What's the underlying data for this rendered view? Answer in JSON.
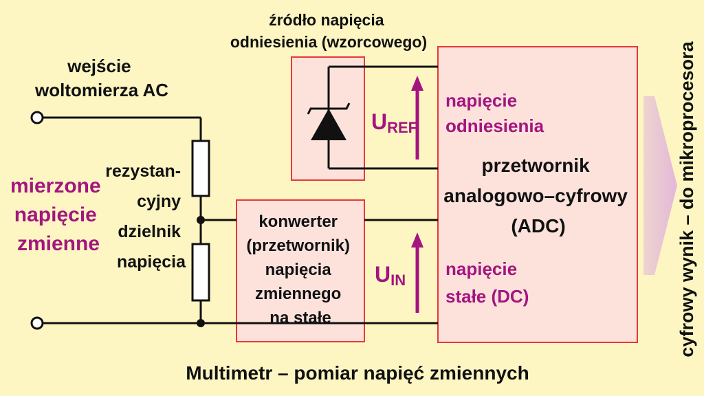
{
  "labels": {
    "ac_input": [
      "wejście",
      "woltomierza AC"
    ],
    "measured": [
      "mierzone",
      "napięcie",
      "zmienne"
    ],
    "divider": [
      "rezystan-",
      "cyjny",
      "dzielnik",
      "napięcia"
    ],
    "reference_source": [
      "źródło napięcia",
      "odniesienia (wzorcowego)"
    ],
    "converter": [
      "konwerter",
      "(przetwornik)",
      "napięcia",
      "zmiennego",
      "na stałe"
    ],
    "adc": [
      "przetwornik",
      "analogowo–cyfrowy",
      "(ADC)"
    ],
    "ref_voltage": [
      "napięcie",
      "odniesienia"
    ],
    "dc_voltage": [
      "napięcie",
      "stałe (DC)"
    ],
    "uref": {
      "main": "U",
      "sub": "REF"
    },
    "uin": {
      "main": "U",
      "sub": "IN"
    },
    "output": "cyfrowy wynik – do mikroprocesora",
    "caption": "Multimetr – pomiar  napięć  zmiennych"
  },
  "colors": {
    "background": "#fdf6c3",
    "block_fill": "#fde2dc",
    "block_border": "#e8373a",
    "accent": "#a3157f",
    "output_arrow": "#e3b8d8",
    "wire": "#111111"
  }
}
